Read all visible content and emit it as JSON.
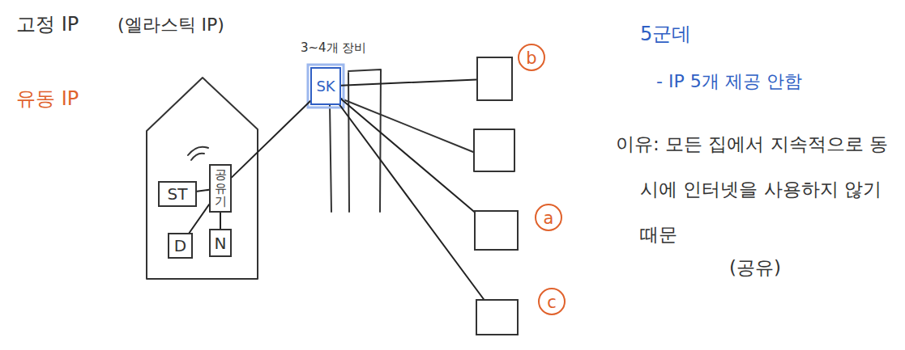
{
  "diagram": {
    "nodes": [
      {
        "text": [
          "ST"
        ]
      },
      {
        "text": [
          "공유기"
        ]
      },
      {
        "text": [
          "D"
        ]
      },
      {
        "text": [
          "N"
        ]
      },
      {
        "text": [
          "3~4개 장비",
          "SK"
        ]
      },
      {
        "text": [
          "b"
        ]
      },
      {
        "text": [
          "a"
        ]
      },
      {
        "text": [
          "c"
        ]
      }
    ],
    "edges": [
      {
        "from": 0,
        "to": 1,
        "arrow": "none"
      },
      {
        "from": 2,
        "to": 1,
        "arrow": "none"
      },
      {
        "from": 3,
        "to": 1,
        "arrow": "none"
      },
      {
        "from": 1,
        "to": 4,
        "arrow": "none"
      },
      {
        "from": 4,
        "to": 5,
        "arrow": "none"
      },
      {
        "from": 4,
        "to": 6,
        "arrow": "none"
      },
      {
        "from": 4,
        "to": 7,
        "arrow": "none"
      }
    ],
    "labels": [
      "고정 IP",
      "(엘라스틱 IP)",
      "유동 IP",
      "5군데",
      "- IP 5개 제공 안함",
      "이유: 모든 집에서 지속적으로 동시에 인터넷을 사용하지 않기 때문",
      "(공유)"
    ]
  }
}
